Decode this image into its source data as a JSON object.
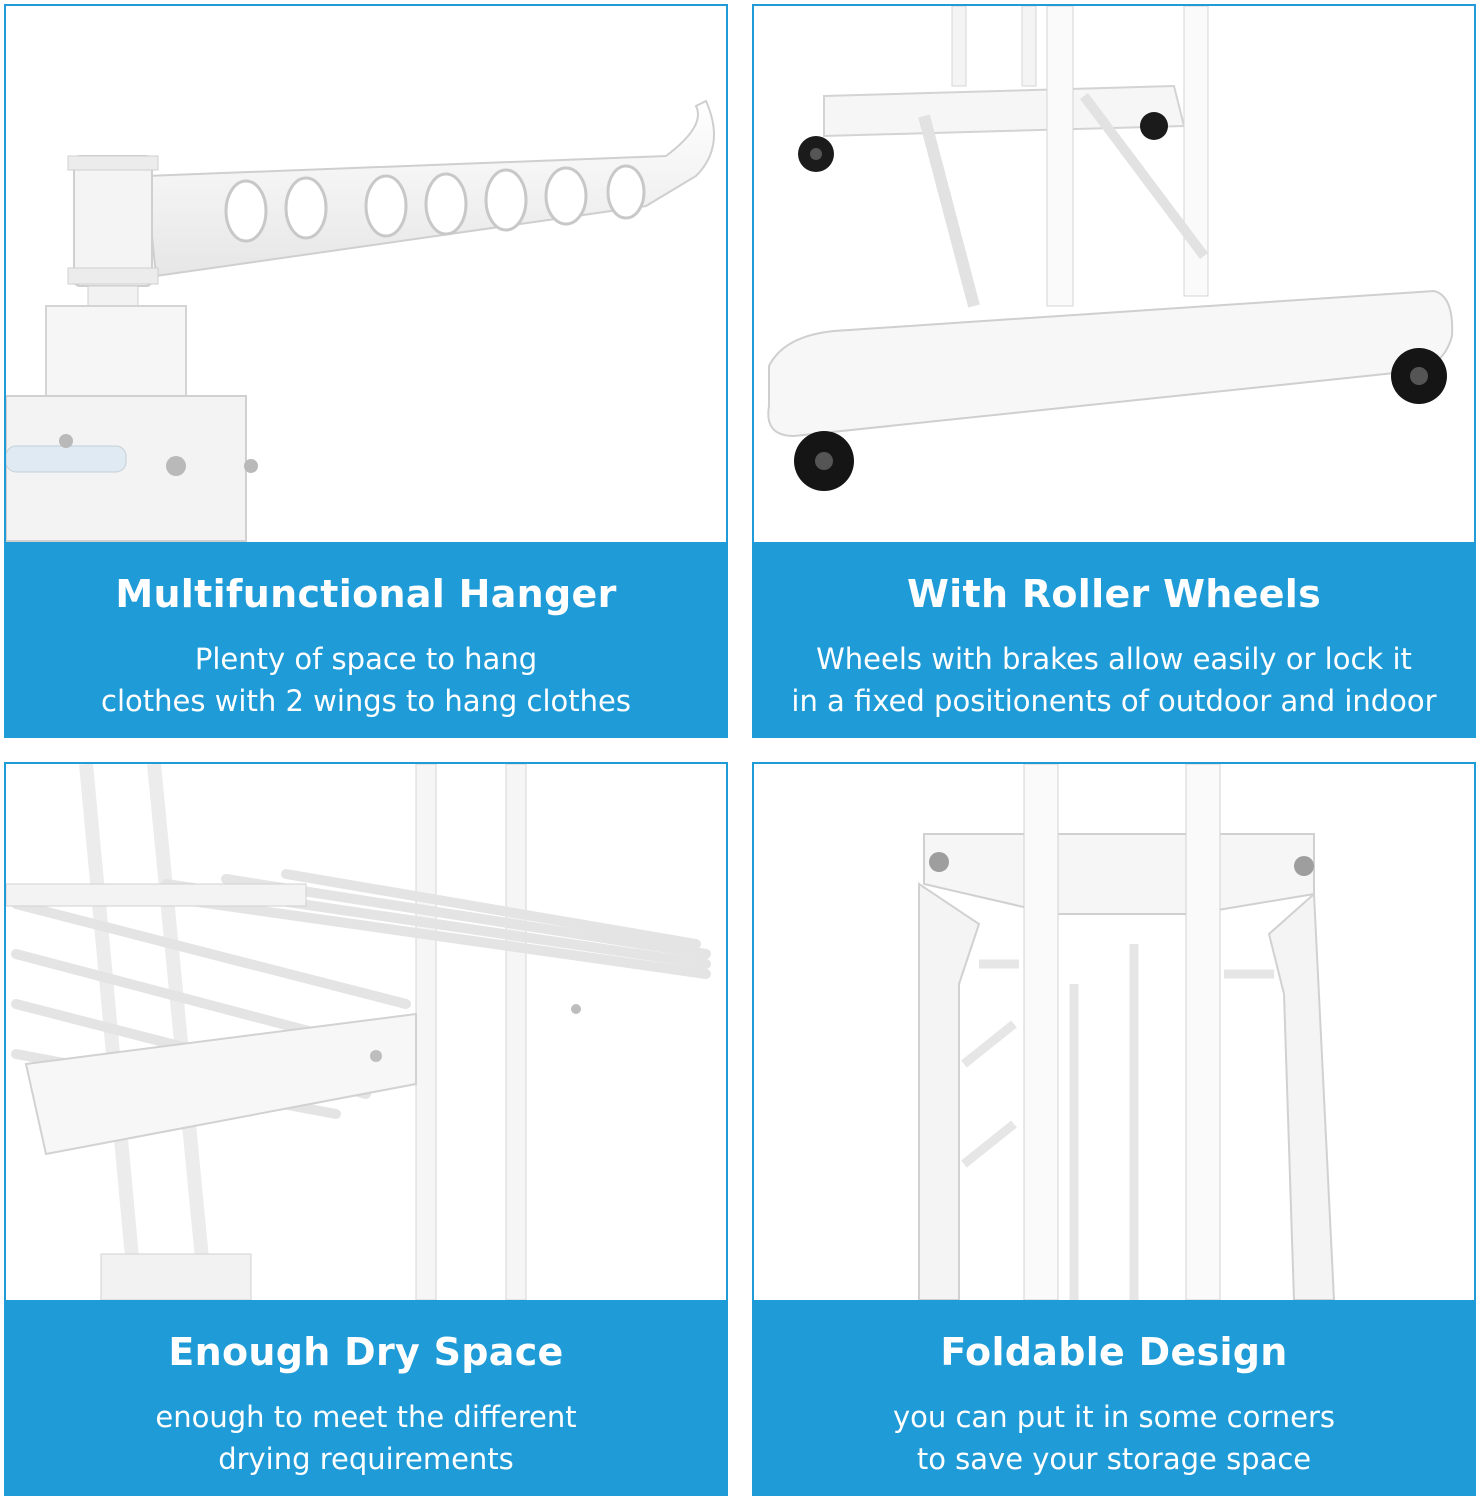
{
  "panels": [
    {
      "title": "Multifunctional Hanger",
      "lines": [
        "Plenty of space to hang",
        "clothes with 2 wings to hang clothes"
      ],
      "image": "hanger-wing-closeup"
    },
    {
      "title": "With Roller Wheels",
      "lines": [
        "Wheels with brakes allow easily or lock it",
        "in a fixed positionents of outdoor and indoor"
      ],
      "image": "roller-wheels-base"
    },
    {
      "title": "Enough Dry Space",
      "lines": [
        "enough to meet the different",
        "drying requirements"
      ],
      "image": "drying-shelf-rails"
    },
    {
      "title": "Foldable Design",
      "lines": [
        "you can put it in some corners",
        "to save your storage space"
      ],
      "image": "folded-frame"
    }
  ],
  "colors": {
    "accent": "#1f9bd7",
    "caption_text": "#ffffff"
  }
}
